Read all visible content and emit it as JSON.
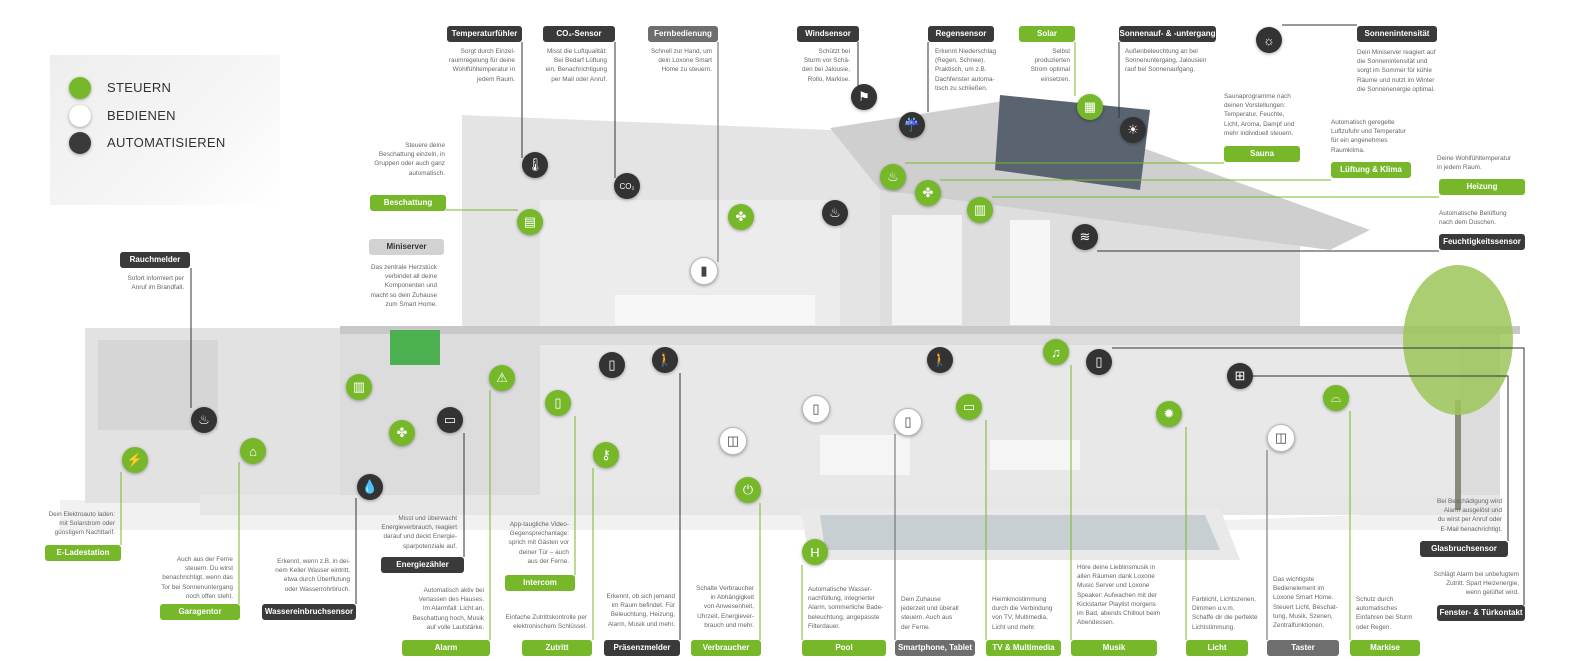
{
  "legend": [
    {
      "label": "STEUERN",
      "color": "#76b82a"
    },
    {
      "label": "BEDIENEN",
      "color": "#ffffff"
    },
    {
      "label": "AUTOMATISIEREN",
      "color": "#3a3a3a"
    }
  ],
  "colors": {
    "steuern": "#76b82a",
    "bedienen": "#6e6e6e",
    "automatisieren": "#3a3a3a",
    "zentrale": "#d2d2d2"
  },
  "callouts": [
    {
      "id": "temperaturfuehler",
      "label": "Temperaturfühler",
      "variant": "automatisieren",
      "desc": "Sorgt durch Einzel-\nraumregelung für deine\nWohlfühltemperatur in\njedem Raum."
    },
    {
      "id": "co2-sensor",
      "label": "CO₂-Sensor",
      "variant": "automatisieren",
      "desc": "Misst die Luftqualität:\nBei Bedarf Lüftung\nein, Benachrichtigung\nper Mail oder Anruf."
    },
    {
      "id": "fernbedienung",
      "label": "Fernbedienung",
      "variant": "bedienen",
      "desc": "Schnell zur Hand, um\ndein Loxone Smart\nHome zu steuern."
    },
    {
      "id": "windsensor",
      "label": "Windsensor",
      "variant": "automatisieren",
      "desc": "Schützt bei\nSturm vor Schä-\nden bei Jalousie,\nRollo, Markise."
    },
    {
      "id": "regensensor",
      "label": "Regensensor",
      "variant": "automatisieren",
      "desc": "Erkennt Niederschlag\n(Regen, Schnee).\nPraktisch, um z.B.\nDachfenster automa-\ntisch zu schließen."
    },
    {
      "id": "solar",
      "label": "Solar",
      "variant": "steuern",
      "desc": "Selbst\nproduzierten\nStrom optimal\neinsetzen."
    },
    {
      "id": "sonnenauf-untergang",
      "label": "Sonnenauf- & -untergang",
      "variant": "automatisieren",
      "desc": "Außenbeleuchtung an bei\nSonnenuntergang, Jalousien\nrauf bei Sonnenaufgang."
    },
    {
      "id": "sonnenintensitaet",
      "label": "Sonnenintensität",
      "variant": "automatisieren",
      "desc": "Dein Miniserver reagiert auf\ndie Sonnenintensität und\nsorgt im Sommer für kühle\nRäume und nutzt im Winter\ndie Sonnenenergie optimal."
    },
    {
      "id": "sauna",
      "label": "Sauna",
      "variant": "steuern",
      "desc": "Saunaprogramme nach\ndeinen Vorstellungen:\nTemperatur, Feuchte,\nLicht, Aroma, Dampf und\nmehr individuell steuern."
    },
    {
      "id": "lueftung-klima",
      "label": "Lüftung & Klima",
      "variant": "steuern",
      "desc": "Automatisch geregelte\nLuftzufuhr und Temperatur\nfür ein angenehmes\nRaumklima."
    },
    {
      "id": "heizung",
      "label": "Heizung",
      "variant": "steuern",
      "desc": "Deine Wohlfühltemperatur\nin jedem Raum."
    },
    {
      "id": "feuchtigkeitssensor",
      "label": "Feuchtigkeitssensor",
      "variant": "automatisieren",
      "desc": "Automatische Belüftung\nnach dem Duschen."
    },
    {
      "id": "beschattung",
      "label": "Beschattung",
      "variant": "steuern",
      "desc": "Steuere deine\nBeschattung einzeln, in\nGruppen oder auch ganz\nautomatisch."
    },
    {
      "id": "miniserver",
      "label": "Miniserver",
      "variant": "zentrale",
      "desc": "Das zentrale Herzstück\nverbindet all deine\nKomponenten und\nmacht so dein Zuhause\nzum Smart Home."
    },
    {
      "id": "rauchmelder",
      "label": "Rauchmelder",
      "variant": "automatisieren",
      "desc": "Sofort informiert per\nAnruf im Brandfall."
    },
    {
      "id": "e-ladestation",
      "label": "E-Ladestation",
      "variant": "steuern",
      "desc": "Dein Elektroauto laden:\nmit Solarstrom oder\ngünstigem Nachttarif."
    },
    {
      "id": "garagentor",
      "label": "Garagentor",
      "variant": "steuern",
      "desc": "Auch aus der Ferne\nsteuern. Du wirst\nbenachrichtigt, wenn das\nTor bei Sonnenuntergang\nnoch offen steht."
    },
    {
      "id": "wassereinbruchsensor",
      "label": "Wassereinbruchsensor",
      "variant": "automatisieren",
      "desc": "Erkennt, wenn z.B. in dei-\nnem Keller Wasser eintritt,\netwa durch Überflutung\noder Wasserrohrbruch."
    },
    {
      "id": "energiezaehler",
      "label": "Energiezähler",
      "variant": "automatisieren",
      "desc": "Misst und überwacht\nEnergieverbrauch, reagiert\ndarauf und deckt Energie-\nsparpotenziale auf."
    },
    {
      "id": "alarm",
      "label": "Alarm",
      "variant": "steuern",
      "desc": "Automatisch aktiv bei\nVerlassen des Hauses.\nIm Alarmfall: Licht an,\nBeschattung hoch, Musik\nauf volle Lautstärke."
    },
    {
      "id": "intercom",
      "label": "Intercom",
      "variant": "steuern",
      "desc": "App-taugliche Video-\nGegensprechanlage:\nsprich mit Gästen vor\ndeiner Tür – auch\naus der Ferne."
    },
    {
      "id": "zutritt",
      "label": "Zutritt",
      "variant": "steuern",
      "desc": "Einfache Zutrittskontrolle per\nelektronischem Schlüssel."
    },
    {
      "id": "praesenzmelder",
      "label": "Präsenzmelder",
      "variant": "automatisieren",
      "desc": "Erkennt, ob sich jemand\nim Raum befindet. Für\nBeleuchtung, Heizung,\nAlarm, Musik und mehr."
    },
    {
      "id": "verbraucher",
      "label": "Verbraucher",
      "variant": "steuern",
      "desc": "Schalte Verbraucher\nin Abhängigkeit\nvon Anwesenheit,\nUhrzeit, Energiever-\nbrauch und mehr."
    },
    {
      "id": "pool",
      "label": "Pool",
      "variant": "steuern",
      "desc": "Automatische Wasser-\nnachfüllung, integrierter\nAlarm, sommerliche Bade-\nbeleuchtung, angepasste\nFilterdauer."
    },
    {
      "id": "smartphone-tablet",
      "label": "Smartphone, Tablet",
      "variant": "bedienen",
      "desc": "Dein Zuhause\njederzeit und überall\nsteuern. Auch aus\nder Ferne."
    },
    {
      "id": "tv-multimedia",
      "label": "TV & Multimedia",
      "variant": "steuern",
      "desc": "Heimkinostimmung\ndurch die Verbindung\nvon TV, Multimedia,\nLicht und mehr."
    },
    {
      "id": "musik",
      "label": "Musik",
      "variant": "steuern",
      "desc": "Höre deine Lieblinsmusik in\nallen Räumen dank Loxone\nMusic Server und Loxone\nSpeaker: Aufwachen mit der\nKickstarter Playlist morgens\nim Bad, abends Chillout beim\nAbendessen."
    },
    {
      "id": "licht",
      "label": "Licht",
      "variant": "steuern",
      "desc": "Farblicht, Lichtszenen,\nDimmen u.v.m.\nSchaffe dir die perfekte\nLichtstimmung."
    },
    {
      "id": "taster",
      "label": "Taster",
      "variant": "bedienen",
      "desc": "Das wichtigste\nBedienelement im\nLoxone Smart Home.\nSteuert Licht, Beschat-\ntung, Musik, Szenen,\nZentralfunktionen."
    },
    {
      "id": "markise",
      "label": "Markise",
      "variant": "steuern",
      "desc": "Schutz durch\nautomatisches\nEinfahren bei Sturm\noder Regen."
    },
    {
      "id": "glasbruchsensor",
      "label": "Glasbruchsensor",
      "variant": "automatisieren",
      "desc": "Bei Beschädigung wird\nAlarm ausgelöst und\ndu wirst per Anruf oder\nE-Mail benachrichtigt."
    },
    {
      "id": "fenster-tuerkontakt",
      "label": "Fenster- & Türkontakt",
      "variant": "automatisieren",
      "desc": "Schlägt Alarm bei unbefugtem\nZutritt. Spart Heizenergie,\nwenn gelüftet wird."
    }
  ],
  "icons": [
    {
      "name": "thermometer",
      "variant": "automatisieren"
    },
    {
      "name": "co2",
      "variant": "automatisieren",
      "text": "CO₂"
    },
    {
      "name": "remote-control",
      "variant": "bedienen"
    },
    {
      "name": "windsock",
      "variant": "automatisieren"
    },
    {
      "name": "rain-cloud",
      "variant": "automatisieren"
    },
    {
      "name": "solar-panel",
      "variant": "steuern"
    },
    {
      "name": "sunrise",
      "variant": "automatisieren"
    },
    {
      "name": "sun",
      "variant": "automatisieren"
    },
    {
      "name": "sauna",
      "variant": "steuern"
    },
    {
      "name": "fan",
      "variant": "steuern"
    },
    {
      "name": "radiator",
      "variant": "steuern"
    },
    {
      "name": "humidity",
      "variant": "automatisieren"
    },
    {
      "name": "blinds",
      "variant": "steuern"
    },
    {
      "name": "fan",
      "variant": "steuern"
    },
    {
      "name": "fire",
      "variant": "automatisieren"
    },
    {
      "name": "fire",
      "variant": "automatisieren"
    },
    {
      "name": "ev-charger",
      "variant": "steuern"
    },
    {
      "name": "garage",
      "variant": "steuern"
    },
    {
      "name": "water-drops",
      "variant": "automatisieren"
    },
    {
      "name": "radiator",
      "variant": "steuern"
    },
    {
      "name": "fan",
      "variant": "steuern"
    },
    {
      "name": "energy-meter",
      "variant": "automatisieren"
    },
    {
      "name": "alarm-light",
      "variant": "steuern"
    },
    {
      "name": "intercom",
      "variant": "steuern"
    },
    {
      "name": "key",
      "variant": "steuern"
    },
    {
      "name": "door",
      "variant": "automatisieren"
    },
    {
      "name": "person-walking",
      "variant": "automatisieren"
    },
    {
      "name": "power-plug",
      "variant": "steuern"
    },
    {
      "name": "wall-switch",
      "variant": "bedienen"
    },
    {
      "name": "pool-ladder",
      "variant": "steuern"
    },
    {
      "name": "smartphone",
      "variant": "bedienen"
    },
    {
      "name": "smartphone",
      "variant": "bedienen"
    },
    {
      "name": "person-walking",
      "variant": "automatisieren"
    },
    {
      "name": "tv",
      "variant": "steuern"
    },
    {
      "name": "music-note",
      "variant": "steuern"
    },
    {
      "name": "door",
      "variant": "automatisieren"
    },
    {
      "name": "light-bulb",
      "variant": "steuern"
    },
    {
      "name": "window",
      "variant": "automatisieren"
    },
    {
      "name": "wall-switch",
      "variant": "bedienen"
    },
    {
      "name": "awning",
      "variant": "steuern"
    }
  ]
}
